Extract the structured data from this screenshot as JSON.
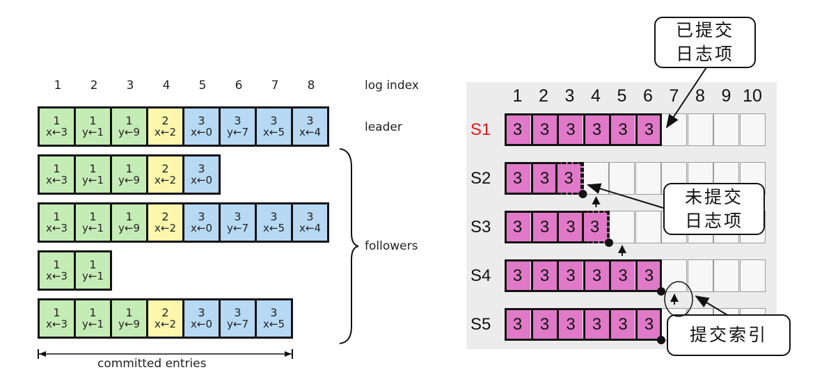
{
  "left_diagram": {
    "log_index_label": "log index",
    "indices": [
      "1",
      "2",
      "3",
      "4",
      "5",
      "6",
      "7",
      "8"
    ],
    "term_colors": {
      "1": "#c5ecb6",
      "2": "#fdf6ad",
      "3": "#b7d9f3"
    },
    "rows": [
      {
        "role": "leader",
        "entries": [
          {
            "term": "1",
            "cmd": "x←3"
          },
          {
            "term": "1",
            "cmd": "y←1"
          },
          {
            "term": "1",
            "cmd": "y←9"
          },
          {
            "term": "2",
            "cmd": "x←2"
          },
          {
            "term": "3",
            "cmd": "x←0"
          },
          {
            "term": "3",
            "cmd": "y←7"
          },
          {
            "term": "3",
            "cmd": "x←5"
          },
          {
            "term": "3",
            "cmd": "x←4"
          }
        ]
      },
      {
        "role": "follower",
        "entries": [
          {
            "term": "1",
            "cmd": "x←3"
          },
          {
            "term": "1",
            "cmd": "y←1"
          },
          {
            "term": "1",
            "cmd": "y←9"
          },
          {
            "term": "2",
            "cmd": "x←2"
          },
          {
            "term": "3",
            "cmd": "x←0"
          }
        ]
      },
      {
        "role": "follower",
        "entries": [
          {
            "term": "1",
            "cmd": "x←3"
          },
          {
            "term": "1",
            "cmd": "y←1"
          },
          {
            "term": "1",
            "cmd": "y←9"
          },
          {
            "term": "2",
            "cmd": "x←2"
          },
          {
            "term": "3",
            "cmd": "x←0"
          },
          {
            "term": "3",
            "cmd": "y←7"
          },
          {
            "term": "3",
            "cmd": "x←5"
          },
          {
            "term": "3",
            "cmd": "x←4"
          }
        ]
      },
      {
        "role": "follower",
        "entries": [
          {
            "term": "1",
            "cmd": "x←3"
          },
          {
            "term": "1",
            "cmd": "y←1"
          }
        ]
      },
      {
        "role": "follower",
        "entries": [
          {
            "term": "1",
            "cmd": "x←3"
          },
          {
            "term": "1",
            "cmd": "y←1"
          },
          {
            "term": "1",
            "cmd": "y←9"
          },
          {
            "term": "2",
            "cmd": "x←2"
          },
          {
            "term": "3",
            "cmd": "x←0"
          },
          {
            "term": "3",
            "cmd": "y←7"
          },
          {
            "term": "3",
            "cmd": "x←5"
          }
        ]
      }
    ],
    "leader_label": "leader",
    "followers_label": "followers",
    "committed_label": "committed entries",
    "committed_through_index": 7
  },
  "right_diagram": {
    "indices": [
      "1",
      "2",
      "3",
      "4",
      "5",
      "6",
      "7",
      "8",
      "9",
      "10"
    ],
    "total_slots": 10,
    "servers": [
      {
        "name": "S1",
        "is_leader": true,
        "committed_terms": [
          "3",
          "3",
          "3",
          "3",
          "3",
          "3"
        ],
        "uncommitted_terms": []
      },
      {
        "name": "S2",
        "is_leader": false,
        "committed_terms": [
          "3",
          "3"
        ],
        "uncommitted_terms": [
          "3"
        ]
      },
      {
        "name": "S3",
        "is_leader": false,
        "committed_terms": [
          "3",
          "3",
          "3"
        ],
        "uncommitted_terms": [
          "3"
        ]
      },
      {
        "name": "S4",
        "is_leader": false,
        "committed_terms": [
          "3",
          "3",
          "3",
          "3",
          "3",
          "3"
        ],
        "uncommitted_terms": []
      },
      {
        "name": "S5",
        "is_leader": false,
        "committed_terms": [
          "3",
          "3",
          "3",
          "3",
          "3",
          "3"
        ],
        "uncommitted_terms": []
      }
    ],
    "colors": {
      "entry": "#e07ac8",
      "leader_label": "#e01818",
      "panel": "#ececec"
    },
    "callouts": {
      "committed_entries": [
        "已提交",
        "日志项"
      ],
      "uncommitted_entries": [
        "未提交",
        "日志项"
      ],
      "commit_index": "提交索引"
    }
  }
}
